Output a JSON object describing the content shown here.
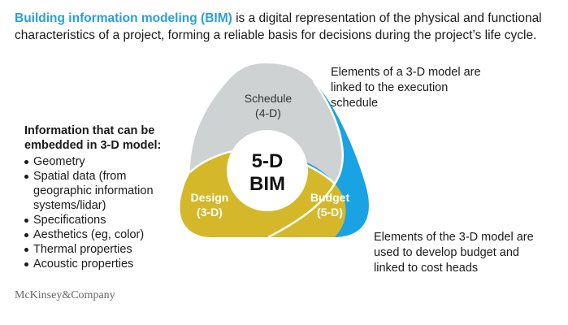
{
  "intro": {
    "highlight": "Building information modeling (BIM)",
    "rest": " is a digital representation of the physical and functional characteristics of a project, forming a reliable basis for decisions during the project’s life cycle."
  },
  "info_box": {
    "heading": "Information that can be embedded in 3-D model:",
    "items": [
      "Geometry",
      "Spatial data (from geographic information systems/lidar)",
      "Specifications",
      "Aesthetics (eg, color)",
      "Thermal properties",
      "Acoustic properties"
    ]
  },
  "diagram": {
    "center": {
      "line1": "5-D",
      "line2": "BIM"
    },
    "schedule": {
      "line1": "Schedule",
      "line2": "(4-D)"
    },
    "design": {
      "line1": "Design",
      "line2": "(3-D)"
    },
    "budget": {
      "line1": "Budget",
      "line2": "(5-D)"
    }
  },
  "notes": {
    "schedule": "Elements of a 3-D model are linked to the execution schedule",
    "budget": "Elements of the 3-D model are used to develop budget and linked to cost heads"
  },
  "logo": "McKinsey&Company",
  "colors": {
    "schedule": "#cfd2d3",
    "design": "#d4b82a",
    "budget": "#1aa3e2",
    "highlight": "#2a9fd8"
  }
}
